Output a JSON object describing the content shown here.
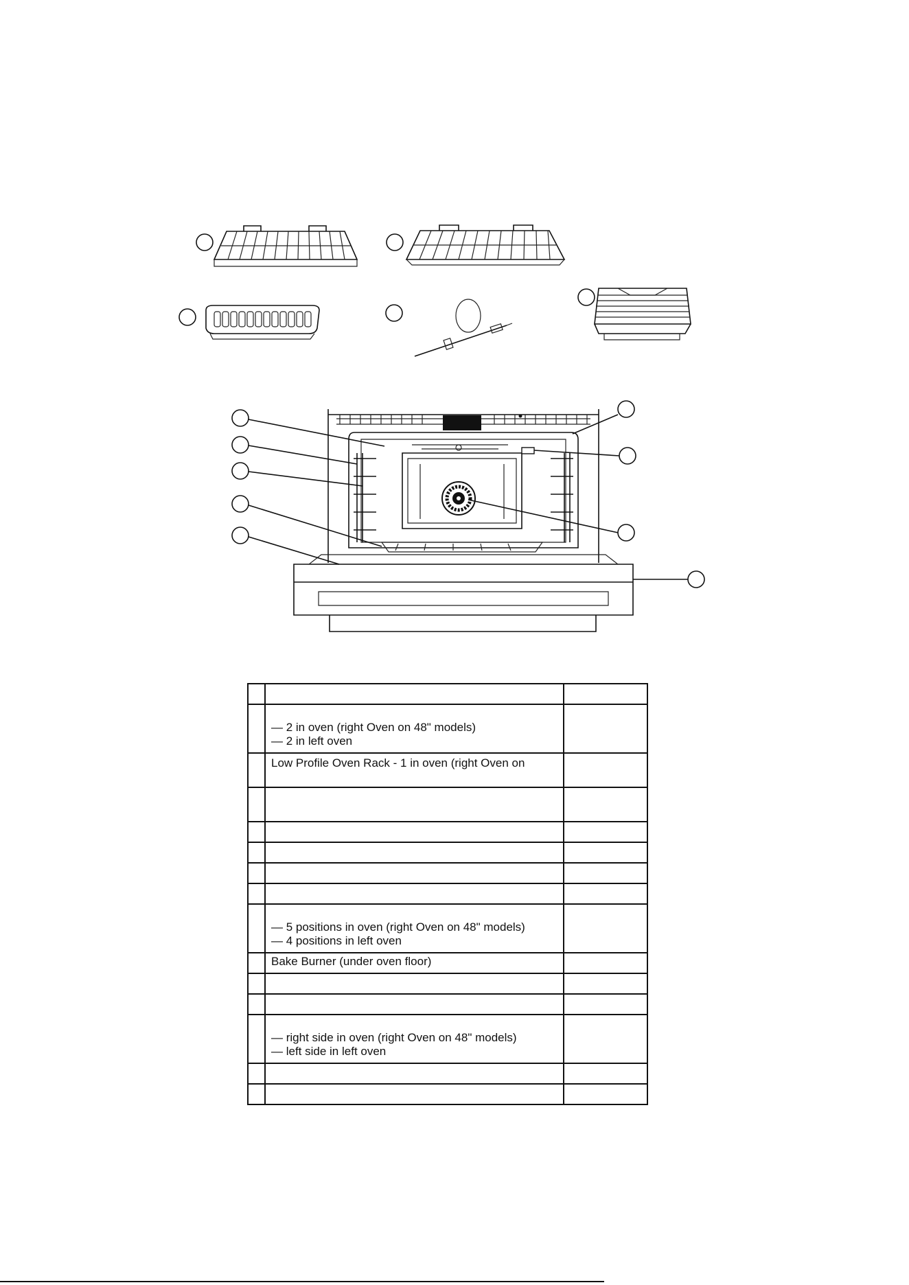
{
  "table": {
    "rows": [
      {
        "num": "",
        "desc_lines": [
          ""
        ],
        "qty": ""
      },
      {
        "num": "",
        "desc_lines": [
          "— 2 in oven (right Oven on 48\" models)",
          "— 2 in left oven"
        ],
        "qty": ""
      },
      {
        "num": "",
        "desc_lines": [
          "Low Profile Oven Rack - 1 in oven (right Oven on"
        ],
        "qty": ""
      },
      {
        "num": "",
        "desc_lines": [
          ""
        ],
        "qty": ""
      },
      {
        "num": "",
        "desc_lines": [
          ""
        ],
        "qty": ""
      },
      {
        "num": "",
        "desc_lines": [
          ""
        ],
        "qty": ""
      },
      {
        "num": "",
        "desc_lines": [
          ""
        ],
        "qty": ""
      },
      {
        "num": "",
        "desc_lines": [
          ""
        ],
        "qty": ""
      },
      {
        "num": "",
        "desc_lines": [
          "— 5 positions in oven (right Oven on 48\" models)",
          "— 4 positions in left oven"
        ],
        "qty": ""
      },
      {
        "num": "",
        "desc_lines": [
          "Bake Burner (under oven floor)"
        ],
        "qty": ""
      },
      {
        "num": "",
        "desc_lines": [
          ""
        ],
        "qty": ""
      },
      {
        "num": "",
        "desc_lines": [
          ""
        ],
        "qty": ""
      },
      {
        "num": "",
        "desc_lines": [
          "— right side in oven (right Oven on 48\" models)",
          "— left side in left oven"
        ],
        "qty": ""
      },
      {
        "num": "",
        "desc_lines": [
          ""
        ],
        "qty": ""
      },
      {
        "num": "",
        "desc_lines": [
          ""
        ],
        "qty": ""
      }
    ]
  },
  "footer": {
    "fragment": ""
  }
}
